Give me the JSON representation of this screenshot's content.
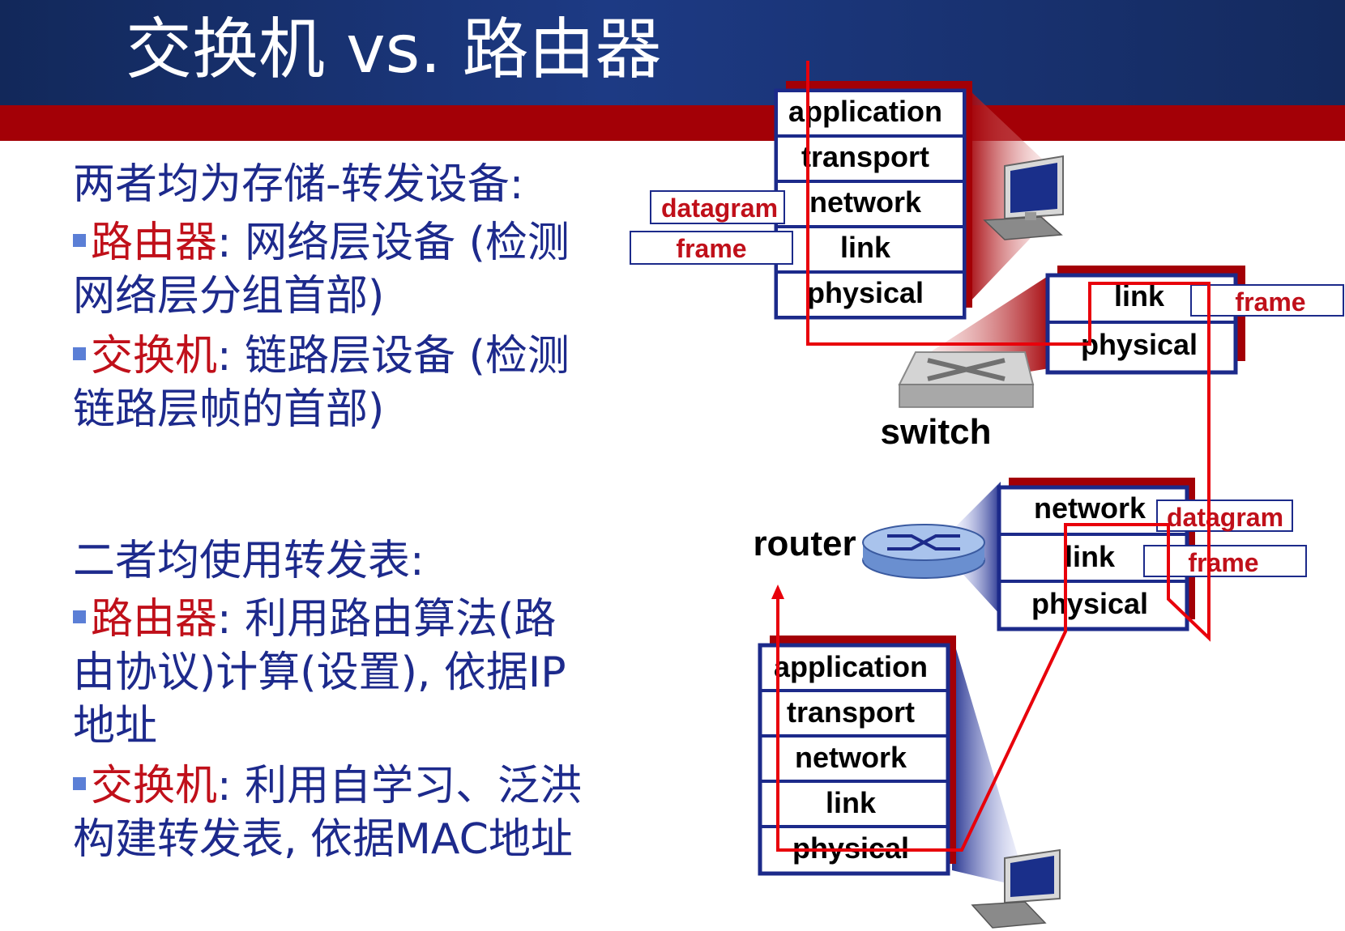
{
  "title": "交换机 vs. 路由器",
  "section1": {
    "heading": "两者均为存储-转发设备:",
    "router_term": "路由器",
    "router_desc_1": ": 网络层设备 (检测",
    "router_desc_2": "网络层分组首部)",
    "switch_term": "交换机",
    "switch_desc_1": ": 链路层设备 (检测",
    "switch_desc_2": "链路层帧的首部)"
  },
  "section2": {
    "heading": "二者均使用转发表:",
    "router_term": "路由器",
    "router_desc_1": ": 利用路由算法(路",
    "router_desc_2": "由协议)计算(设置), 依据IP",
    "router_desc_3": "地址",
    "switch_term": "交换机",
    "switch_desc_1": ": 利用自学习、泛洪",
    "switch_desc_2": "构建转发表, 依据MAC地址"
  },
  "diagram": {
    "top_host_layers": [
      "application",
      "transport",
      "network",
      "link",
      "physical"
    ],
    "top_host_tags": [
      "datagram",
      "frame"
    ],
    "switch_layers": [
      "link",
      "physical"
    ],
    "switch_tag": "frame",
    "switch_label": "switch",
    "router_layers": [
      "network",
      "link",
      "physical"
    ],
    "router_tags": [
      "datagram",
      "frame"
    ],
    "router_label": "router",
    "bottom_host_layers": [
      "application",
      "transport",
      "network",
      "link",
      "physical"
    ]
  },
  "colors": {
    "header_blue": "#1d3a84",
    "header_red": "#a30006",
    "text_blue": "#1d2a8c",
    "highlight_red": "#c0101a",
    "stack_border": "#1c2a8a",
    "path_red": "#e8000b"
  }
}
